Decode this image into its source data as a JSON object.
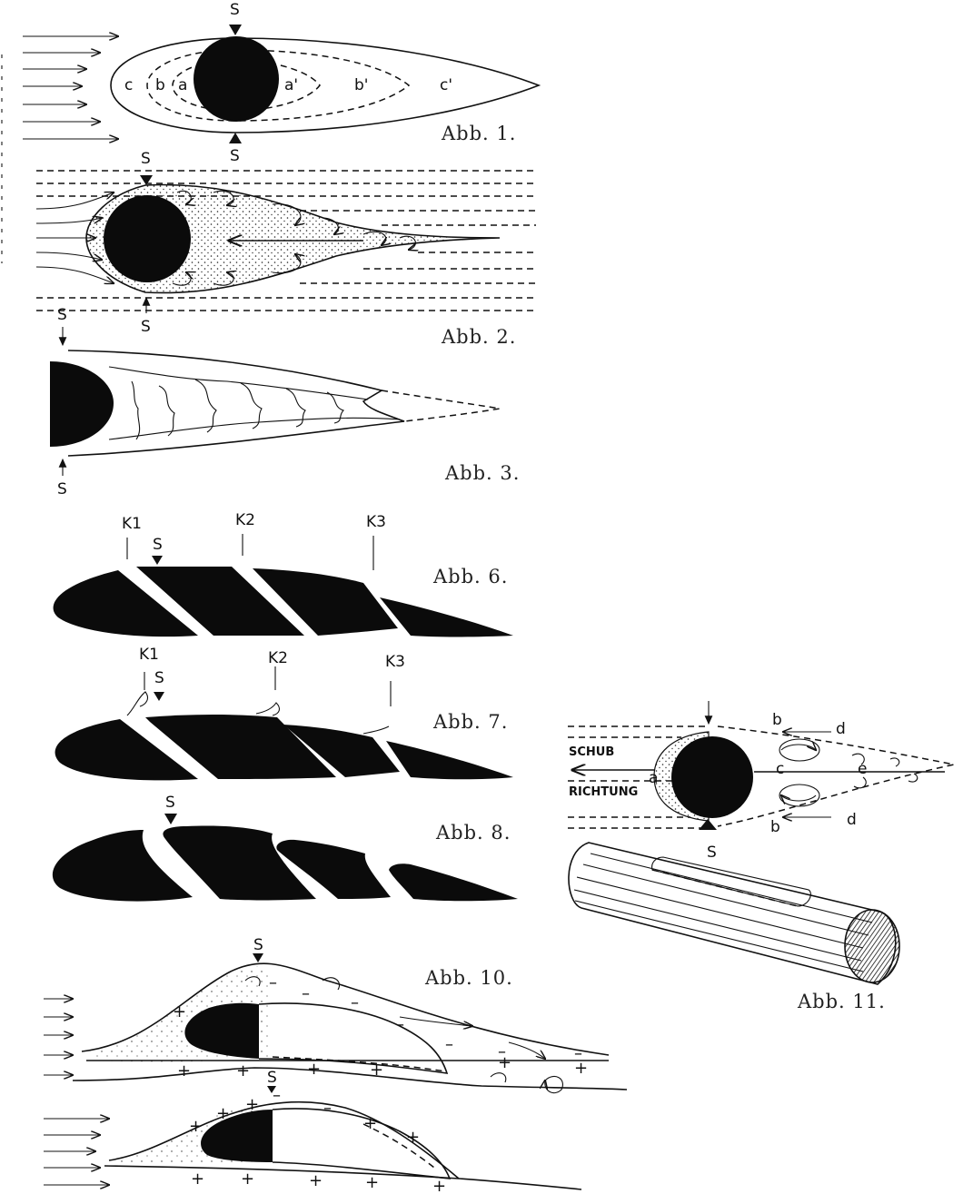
{
  "figures": {
    "abb1": {
      "caption": "Abb. 1.",
      "stagnation_top": "S",
      "stagnation_bottom": "S",
      "zone_labels": [
        "c",
        "b",
        "a",
        "a'",
        "b'",
        "c'"
      ]
    },
    "abb2": {
      "caption": "Abb. 2.",
      "stagnation_top": "S",
      "stagnation_bottom": "S"
    },
    "abb3": {
      "caption": "Abb. 3.",
      "stagnation_top": "S",
      "stagnation_bottom": "S"
    },
    "abb6": {
      "caption": "Abb. 6.",
      "k1": "K1",
      "k2": "K2",
      "k3": "K3",
      "stagnation": "S"
    },
    "abb7": {
      "caption": "Abb. 7.",
      "k1": "K1",
      "k2": "K2",
      "k3": "K3",
      "stagnation": "S"
    },
    "abb8": {
      "caption": "Abb. 8.",
      "stagnation": "S"
    },
    "abb10": {
      "caption": "Abb. 10.",
      "stagnation_top": "S",
      "stagnation_bottom": "S"
    },
    "abb11": {
      "caption": "Abb. 11.",
      "word_top": "SCHUB",
      "word_bottom": "RICHTUNG",
      "labels": [
        "a",
        "b",
        "b",
        "c",
        "d",
        "d",
        "e"
      ],
      "stagnation": "S"
    }
  },
  "colors": {
    "ink": "#111111",
    "paper": "#ffffff"
  }
}
